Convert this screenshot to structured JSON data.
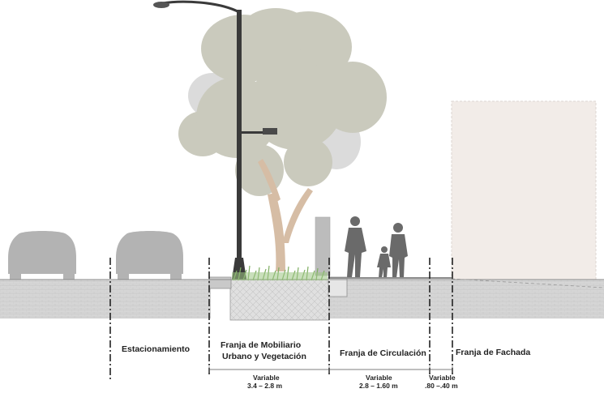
{
  "zones": {
    "parking": "Estacionamiento",
    "furniture_line1": "Franja de Mobiliario",
    "furniture_line2": "Urbano y Vegetación",
    "circulation": "Franja de Circulación",
    "facade": "Franja de Fachada"
  },
  "dimensions": {
    "furniture_label": "Variable",
    "furniture_value": "3.4 – 2.8 m",
    "circulation_label": "Variable",
    "circulation_value": "2.8 – 1.60 m",
    "facade_label": "Variable",
    "facade_value": ".80 –.40 m"
  },
  "colors": {
    "pavement": "#d4d4d4",
    "car": "#b3b3b3",
    "tree": "#b9b9a8",
    "pole": "#3a3a3a",
    "person": "#6a6a6a",
    "building": "#f2ece8",
    "grass": "#7fae62"
  }
}
